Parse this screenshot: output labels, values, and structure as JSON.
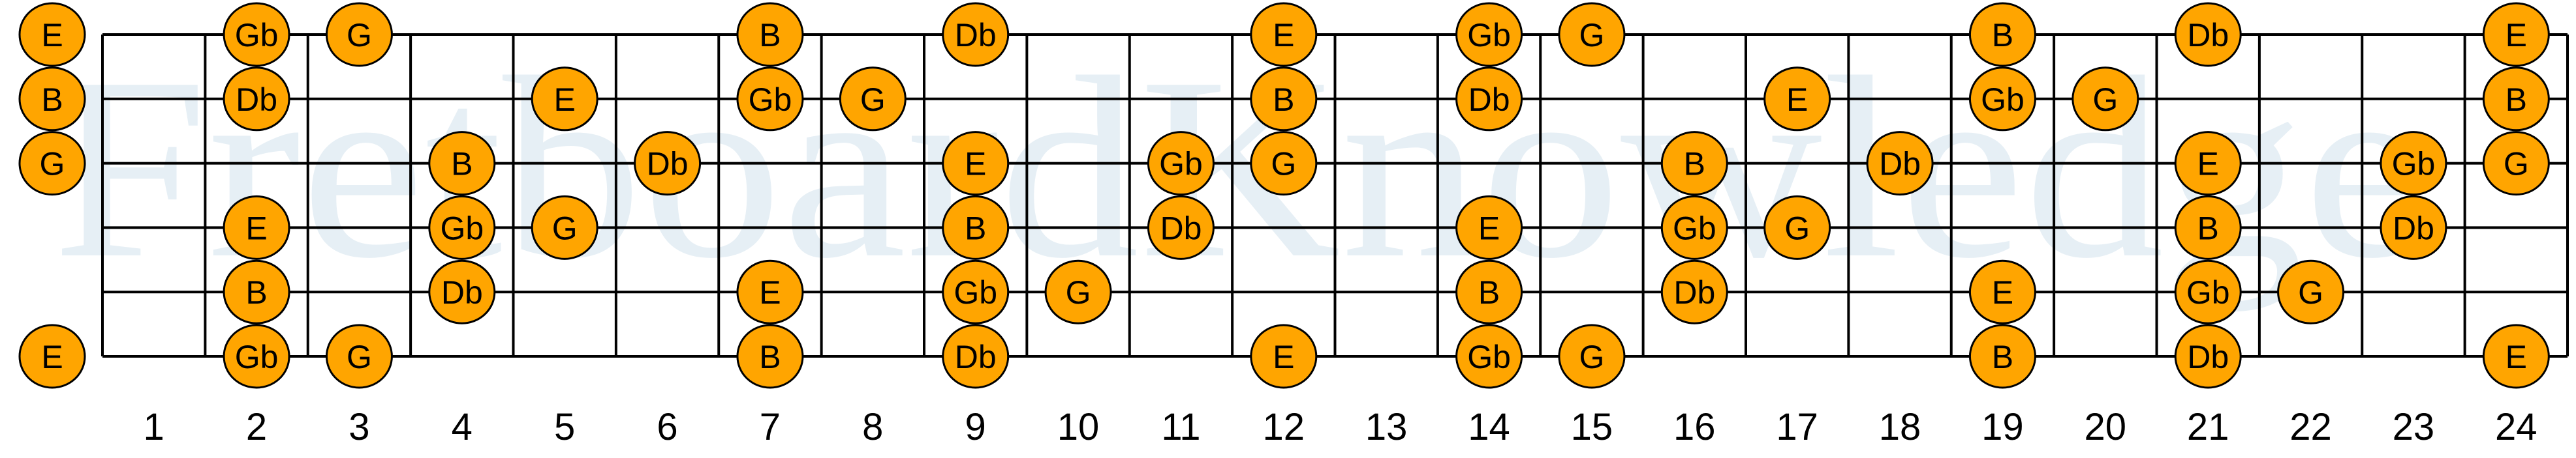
{
  "watermark": "FretboardKnowledge",
  "colors": {
    "note_fill": "#ffa500",
    "line": "#000000",
    "watermark": "#e6eff5"
  },
  "fret_count": 24,
  "fret_numbers": [
    "1",
    "2",
    "3",
    "4",
    "5",
    "6",
    "7",
    "8",
    "9",
    "10",
    "11",
    "12",
    "13",
    "14",
    "15",
    "16",
    "17",
    "18",
    "19",
    "20",
    "21",
    "22",
    "23",
    "24"
  ],
  "strings": [
    {
      "notes": [
        {
          "fret": 0,
          "note": "E"
        },
        {
          "fret": 2,
          "note": "Gb"
        },
        {
          "fret": 3,
          "note": "G"
        },
        {
          "fret": 7,
          "note": "B"
        },
        {
          "fret": 9,
          "note": "Db"
        },
        {
          "fret": 12,
          "note": "E"
        },
        {
          "fret": 14,
          "note": "Gb"
        },
        {
          "fret": 15,
          "note": "G"
        },
        {
          "fret": 19,
          "note": "B"
        },
        {
          "fret": 21,
          "note": "Db"
        },
        {
          "fret": 24,
          "note": "E"
        }
      ]
    },
    {
      "notes": [
        {
          "fret": 0,
          "note": "B"
        },
        {
          "fret": 2,
          "note": "Db"
        },
        {
          "fret": 5,
          "note": "E"
        },
        {
          "fret": 7,
          "note": "Gb"
        },
        {
          "fret": 8,
          "note": "G"
        },
        {
          "fret": 12,
          "note": "B"
        },
        {
          "fret": 14,
          "note": "Db"
        },
        {
          "fret": 17,
          "note": "E"
        },
        {
          "fret": 19,
          "note": "Gb"
        },
        {
          "fret": 20,
          "note": "G"
        },
        {
          "fret": 24,
          "note": "B"
        }
      ]
    },
    {
      "notes": [
        {
          "fret": 0,
          "note": "G"
        },
        {
          "fret": 4,
          "note": "B"
        },
        {
          "fret": 6,
          "note": "Db"
        },
        {
          "fret": 9,
          "note": "E"
        },
        {
          "fret": 11,
          "note": "Gb"
        },
        {
          "fret": 12,
          "note": "G"
        },
        {
          "fret": 16,
          "note": "B"
        },
        {
          "fret": 18,
          "note": "Db"
        },
        {
          "fret": 21,
          "note": "E"
        },
        {
          "fret": 23,
          "note": "Gb"
        },
        {
          "fret": 24,
          "note": "G"
        }
      ]
    },
    {
      "notes": [
        {
          "fret": 2,
          "note": "E"
        },
        {
          "fret": 4,
          "note": "Gb"
        },
        {
          "fret": 5,
          "note": "G"
        },
        {
          "fret": 9,
          "note": "B"
        },
        {
          "fret": 11,
          "note": "Db"
        },
        {
          "fret": 14,
          "note": "E"
        },
        {
          "fret": 16,
          "note": "Gb"
        },
        {
          "fret": 17,
          "note": "G"
        },
        {
          "fret": 21,
          "note": "B"
        },
        {
          "fret": 23,
          "note": "Db"
        }
      ]
    },
    {
      "notes": [
        {
          "fret": 2,
          "note": "B"
        },
        {
          "fret": 4,
          "note": "Db"
        },
        {
          "fret": 7,
          "note": "E"
        },
        {
          "fret": 9,
          "note": "Gb"
        },
        {
          "fret": 10,
          "note": "G"
        },
        {
          "fret": 14,
          "note": "B"
        },
        {
          "fret": 16,
          "note": "Db"
        },
        {
          "fret": 19,
          "note": "E"
        },
        {
          "fret": 21,
          "note": "Gb"
        },
        {
          "fret": 22,
          "note": "G"
        }
      ]
    },
    {
      "notes": [
        {
          "fret": 0,
          "note": "E"
        },
        {
          "fret": 2,
          "note": "Gb"
        },
        {
          "fret": 3,
          "note": "G"
        },
        {
          "fret": 7,
          "note": "B"
        },
        {
          "fret": 9,
          "note": "Db"
        },
        {
          "fret": 12,
          "note": "E"
        },
        {
          "fret": 14,
          "note": "Gb"
        },
        {
          "fret": 15,
          "note": "G"
        },
        {
          "fret": 19,
          "note": "B"
        },
        {
          "fret": 21,
          "note": "Db"
        },
        {
          "fret": 24,
          "note": "E"
        }
      ]
    }
  ]
}
